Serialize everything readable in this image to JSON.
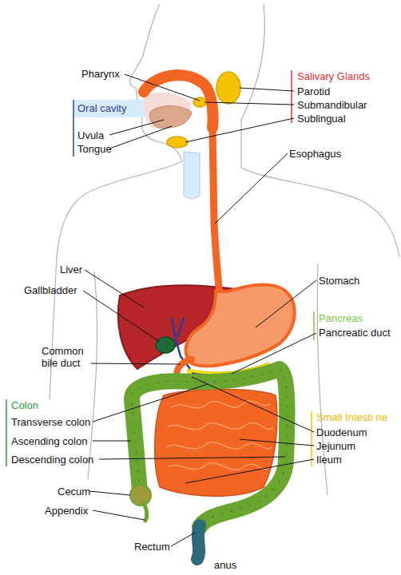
{
  "diagram": {
    "labels": [
      "Pharynx",
      "Salivary Glands",
      "Parotid",
      "Submandibular",
      "Sublingual",
      "Oral cavity",
      "Uvula",
      "Tongue",
      "Esophagus",
      "Liver",
      "Gallbladder",
      "Stomach",
      "Pancreas",
      "Pancreatic duct",
      "Common bile duct",
      "Colon",
      "Transverse colon",
      "Ascending colon",
      "Descending colon",
      "Small Intesti ne",
      "Duodenum",
      "Jejunum",
      "Ileum",
      "Cecum",
      "Appendix",
      "Rectum",
      "anus"
    ]
  }
}
